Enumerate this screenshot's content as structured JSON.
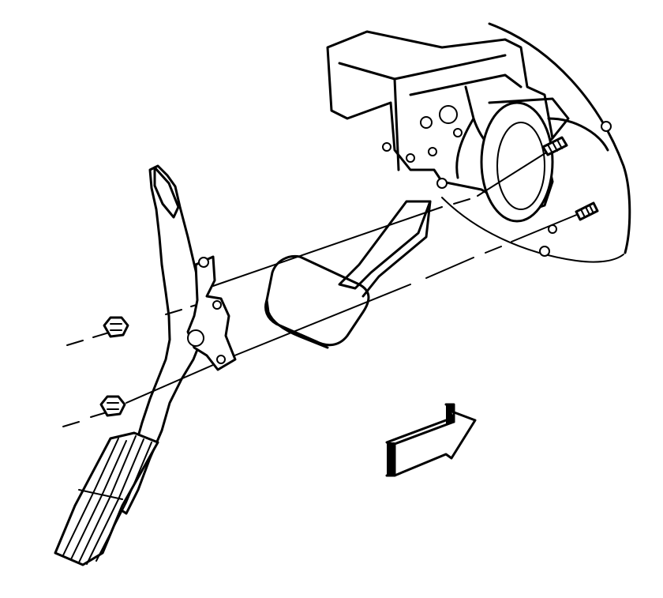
{
  "diagram": {
    "components": [
      {
        "id": "firewall-bracket",
        "icon": "brake-pedal-bracket-icon"
      },
      {
        "id": "brake-pedal",
        "icon": "brake-pedal-pad-icon"
      },
      {
        "id": "accelerator-pedal",
        "icon": "accelerator-pedal-assembly-icon"
      },
      {
        "id": "mounting-nut-upper",
        "icon": "hex-nut-icon"
      },
      {
        "id": "mounting-nut-lower",
        "icon": "hex-nut-icon"
      },
      {
        "id": "mounting-stud-upper",
        "icon": "threaded-stud-icon"
      },
      {
        "id": "mounting-stud-lower",
        "icon": "threaded-stud-icon"
      },
      {
        "id": "direction-arrow",
        "icon": "forward-arrow-icon"
      }
    ],
    "colors": {
      "line": "#000000",
      "background": "#ffffff"
    }
  }
}
